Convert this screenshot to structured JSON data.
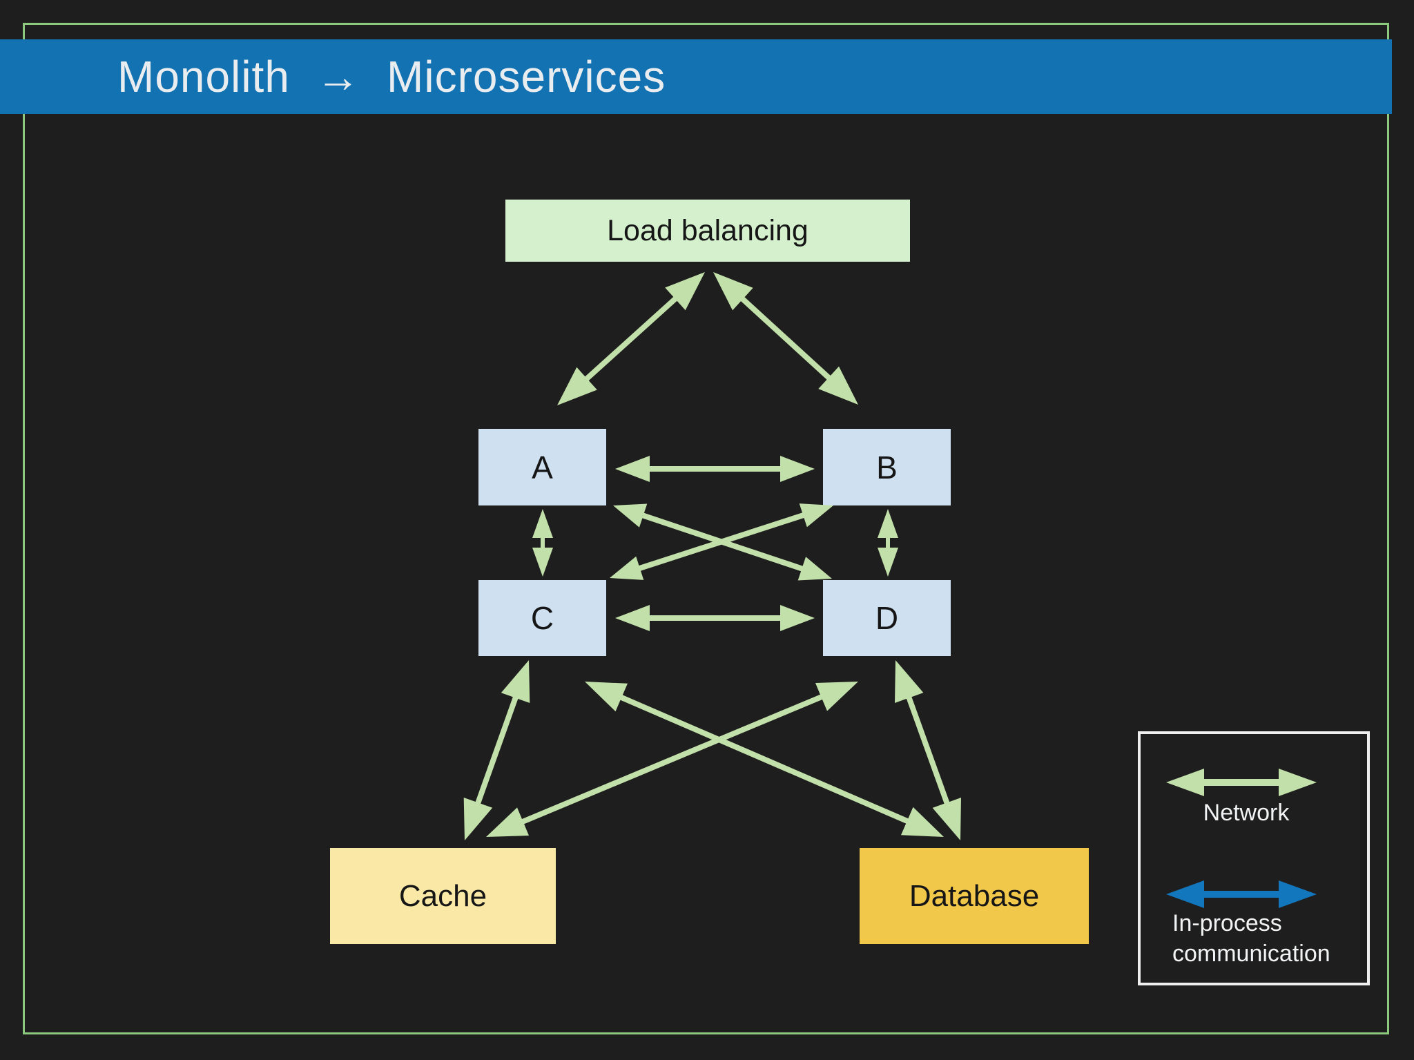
{
  "title": "Monolith  →  Microservices",
  "colors": {
    "background": "#1f1e1e",
    "frame": "#8cc97d",
    "title_bar_bg": "#1272b2",
    "title_text": "#eaedf0",
    "node_text": "#161616",
    "network_arrow": "#c2e0aa",
    "in_process_arrow": "#1377bd",
    "legend_border": "#efefef",
    "legend_text": "#f1f3f4"
  },
  "nodes": {
    "load_balancing": {
      "label": "Load balancing",
      "fill": "#d5f0cd"
    },
    "a": {
      "label": "A",
      "fill": "#cfe0f1"
    },
    "b": {
      "label": "B",
      "fill": "#cfe0f1"
    },
    "c": {
      "label": "C",
      "fill": "#cfe0f1"
    },
    "d": {
      "label": "D",
      "fill": "#cfe0f1"
    },
    "cache": {
      "label": "Cache",
      "fill": "#f9e8a6"
    },
    "database": {
      "label": "Database",
      "fill": "#f2c84b"
    }
  },
  "connections": [
    {
      "from": "load_balancing",
      "to": "a",
      "type": "network",
      "bidirectional": true
    },
    {
      "from": "load_balancing",
      "to": "b",
      "type": "network",
      "bidirectional": true
    },
    {
      "from": "a",
      "to": "b",
      "type": "network",
      "bidirectional": true
    },
    {
      "from": "a",
      "to": "c",
      "type": "network",
      "bidirectional": true
    },
    {
      "from": "b",
      "to": "d",
      "type": "network",
      "bidirectional": true
    },
    {
      "from": "a",
      "to": "d",
      "type": "network",
      "bidirectional": true
    },
    {
      "from": "b",
      "to": "c",
      "type": "network",
      "bidirectional": true
    },
    {
      "from": "c",
      "to": "d",
      "type": "network",
      "bidirectional": true
    },
    {
      "from": "c",
      "to": "cache",
      "type": "network",
      "bidirectional": true
    },
    {
      "from": "d",
      "to": "database",
      "type": "network",
      "bidirectional": true
    },
    {
      "from": "d",
      "to": "cache",
      "type": "network",
      "bidirectional": true
    },
    {
      "from": "c",
      "to": "database",
      "type": "network",
      "bidirectional": true
    }
  ],
  "legend": {
    "items": [
      {
        "label": "Network",
        "type": "network",
        "color": "#c2e0aa"
      },
      {
        "label": "In-process communication",
        "type": "in-process",
        "color": "#1377bd"
      }
    ]
  }
}
